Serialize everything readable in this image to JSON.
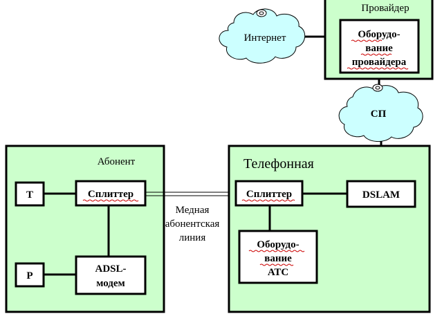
{
  "colors": {
    "panel_fill": "#ccffcc",
    "cloud_fill": "#ccffff",
    "box_fill": "#ffffff",
    "line": "#000000"
  },
  "icons": [
    "internet-cloud",
    "sp-cloud"
  ],
  "provider": {
    "title": "Провайдер",
    "equipment": [
      "Оборудо-",
      "вание",
      "провайдера"
    ]
  },
  "internet": {
    "label": "Интернет"
  },
  "sp": {
    "label": "СП"
  },
  "subscriber": {
    "title": "Абонент",
    "phone": "Т",
    "pc": "Р",
    "splitter": "Сплиттер",
    "modem": [
      "ADSL-",
      "модем"
    ]
  },
  "telco": {
    "title": "Телефонная",
    "splitter": "Сплиттер",
    "dslam": "DSLAM",
    "ats": [
      "Оборудо-",
      "вание",
      "АТС"
    ]
  },
  "copper_line": [
    "Медная",
    "абонентская",
    "линия"
  ]
}
